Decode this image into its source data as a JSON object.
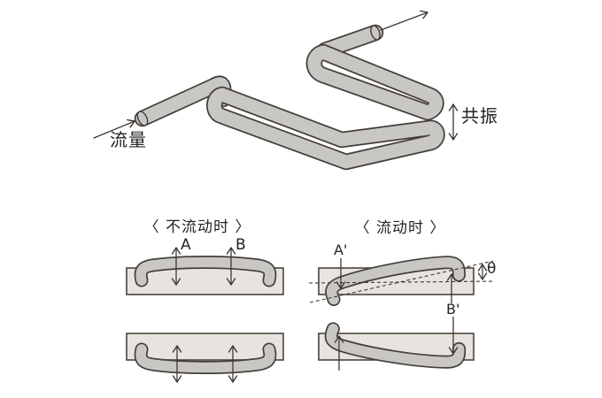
{
  "figure": {
    "top_diagram": {
      "flow_label": "流量",
      "resonance_label": "共振"
    },
    "bottom_left_diagram": {
      "title": "〈 不流动时 〉",
      "sensor_a": "A",
      "sensor_b": "B"
    },
    "bottom_right_diagram": {
      "title": "〈 流动时 〉",
      "sensor_a": "A'",
      "sensor_b": "B'",
      "twist_angle": "θ"
    }
  },
  "colors": {
    "background": "#ffffff",
    "tube_fill": "#c8c7c4",
    "tube_outline": "#453f3b",
    "plate_fill": "#e7e4df",
    "plate_outline": "#4a443f",
    "thin_line": "#3e3835",
    "text": "#262220"
  }
}
